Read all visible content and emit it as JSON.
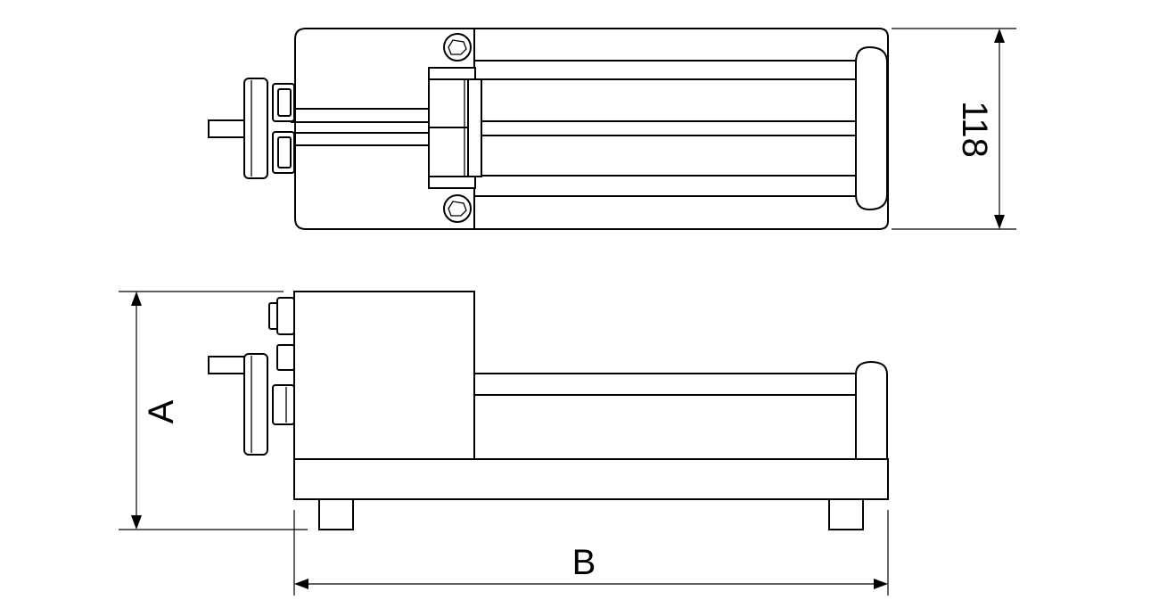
{
  "drawing": {
    "top_view": {
      "width_dimension": "118"
    },
    "side_view": {
      "height_dimension": "A",
      "length_dimension": "B"
    }
  }
}
